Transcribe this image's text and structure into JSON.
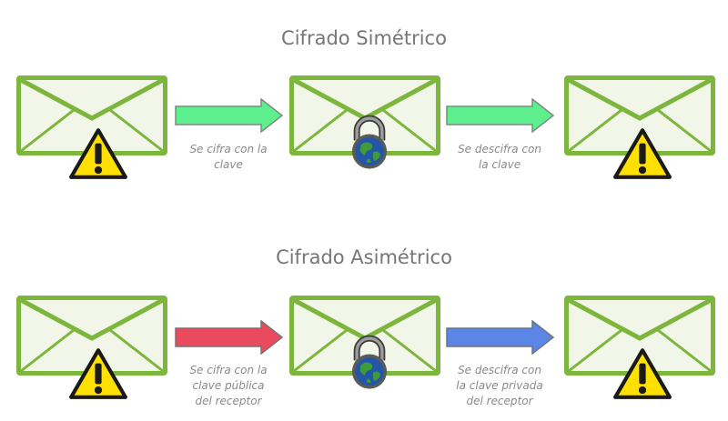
{
  "symmetric": {
    "title": "Cifrado Simétrico",
    "step1": [
      "Se cifra con la",
      "clave"
    ],
    "step2": [
      "Se descifra con",
      "la clave"
    ],
    "arrow_color": "#5ef08f"
  },
  "asymmetric": {
    "title": "Cifrado Asimétrico",
    "step1": [
      "Se cifra con la",
      "clave pública",
      "del receptor"
    ],
    "step2": [
      "Se descifra con",
      "la clave privada",
      "del receptor"
    ],
    "arrow1_color": "#ea4a5e",
    "arrow2_color": "#5b86e6"
  },
  "colors": {
    "envelope_border": "#7cb63c",
    "warning_fill": "#ffe000",
    "caption_text": "#8a8a8a",
    "title_text": "#767676"
  },
  "icons": {
    "plain_message": "warning-icon",
    "encrypted_message": "padlock-globe-icon"
  }
}
